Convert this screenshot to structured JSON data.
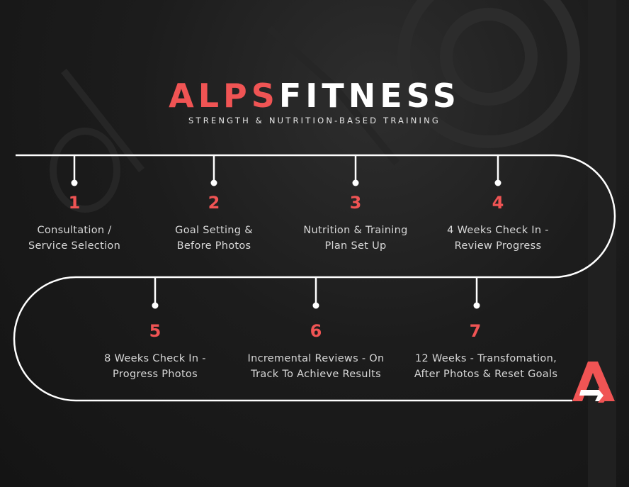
{
  "brand": {
    "part1": "ALPS",
    "part2": "FITNESS",
    "accent": "#f05454"
  },
  "tagline": "STRENGTH & NUTRITION-BASED TRAINING",
  "steps": [
    {
      "num": "1",
      "line1": "Consultation /",
      "line2": "Service Selection"
    },
    {
      "num": "2",
      "line1": "Goal Setting &",
      "line2": "Before Photos"
    },
    {
      "num": "3",
      "line1": "Nutrition & Training",
      "line2": "Plan Set Up"
    },
    {
      "num": "4",
      "line1": "4 Weeks Check In -",
      "line2": "Review Progress"
    },
    {
      "num": "5",
      "line1": "8 Weeks Check In -",
      "line2": "Progress Photos"
    },
    {
      "num": "6",
      "line1": "Incremental Reviews - On",
      "line2": "Track To Achieve Results"
    },
    {
      "num": "7",
      "line1": "12 Weeks - Transfomation,",
      "line2": "After Photos & Reset Goals"
    }
  ]
}
